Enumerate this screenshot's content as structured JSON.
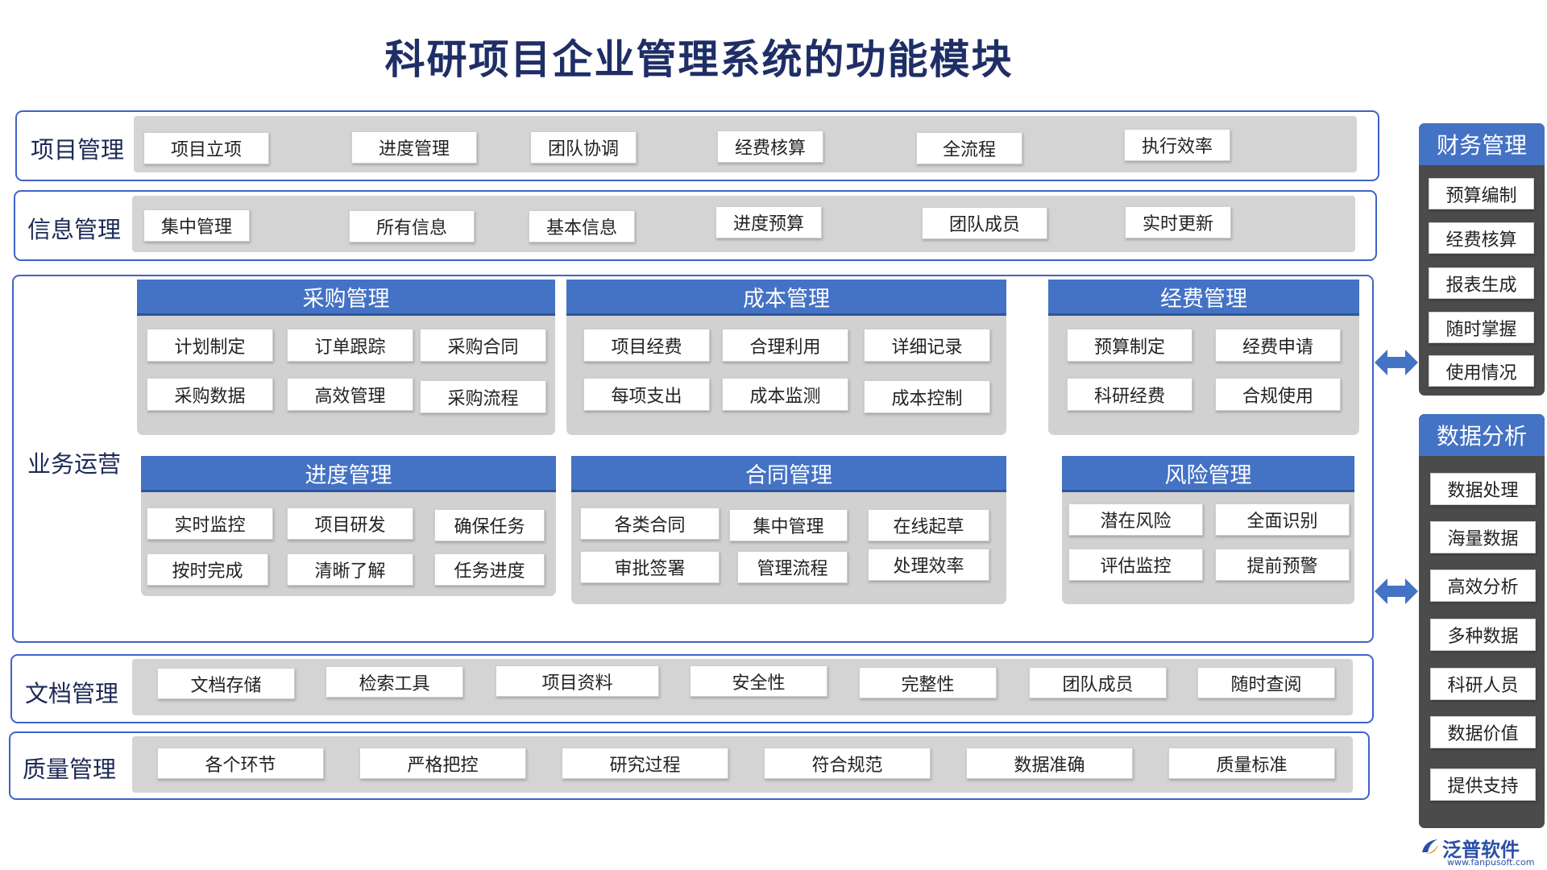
{
  "title": "科研项目企业管理系统的功能模块",
  "rows": {
    "project": {
      "label": "项目管理",
      "items": [
        "项目立项",
        "进度管理",
        "团队协调",
        "经费核算",
        "全流程",
        "执行效率"
      ]
    },
    "info": {
      "label": "信息管理",
      "items": [
        "集中管理",
        "所有信息",
        "基本信息",
        "进度预算",
        "团队成员",
        "实时更新"
      ]
    },
    "ops": {
      "label": "业务运营"
    },
    "docs": {
      "label": "文档管理",
      "items": [
        "文档存储",
        "检索工具",
        "项目资料",
        "安全性",
        "完整性",
        "团队成员",
        "随时查阅"
      ]
    },
    "quality": {
      "label": "质量管理",
      "items": [
        "各个环节",
        "严格把控",
        "研究过程",
        "符合规范",
        "数据准确",
        "质量标准"
      ]
    }
  },
  "panels": {
    "purchase": {
      "title": "采购管理",
      "items": [
        "计划制定",
        "订单跟踪",
        "采购合同",
        "采购数据",
        "高效管理",
        "采购流程"
      ]
    },
    "cost": {
      "title": "成本管理",
      "items": [
        "项目经费",
        "合理利用",
        "详细记录",
        "每项支出",
        "成本监测",
        "成本控制"
      ]
    },
    "funds": {
      "title": "经费管理",
      "items": [
        "预算制定",
        "经费申请",
        "科研经费",
        "合规使用"
      ]
    },
    "progress": {
      "title": "进度管理",
      "items": [
        "实时监控",
        "项目研发",
        "确保任务",
        "按时完成",
        "清晰了解",
        "任务进度"
      ]
    },
    "contract": {
      "title": "合同管理",
      "items": [
        "各类合同",
        "集中管理",
        "在线起草",
        "审批签署",
        "管理流程",
        "处理效率"
      ]
    },
    "risk": {
      "title": "风险管理",
      "items": [
        "潜在风险",
        "全面识别",
        "评估监控",
        "提前预警"
      ]
    }
  },
  "sidebar": {
    "finance": {
      "title": "财务管理",
      "items": [
        "预算编制",
        "经费核算",
        "报表生成",
        "随时掌握",
        "使用情况"
      ]
    },
    "analysis": {
      "title": "数据分析",
      "items": [
        "数据处理",
        "海量数据",
        "高效分析",
        "多种数据",
        "科研人员",
        "数据价值",
        "提供支持"
      ]
    }
  },
  "logo": {
    "name": "泛普软件",
    "url": "www.fanpusoft.com"
  },
  "colors": {
    "accent": "#4472c4",
    "frame": "#3f63c8",
    "panel": "#d1d1d1",
    "side": "#4b4b4b"
  }
}
